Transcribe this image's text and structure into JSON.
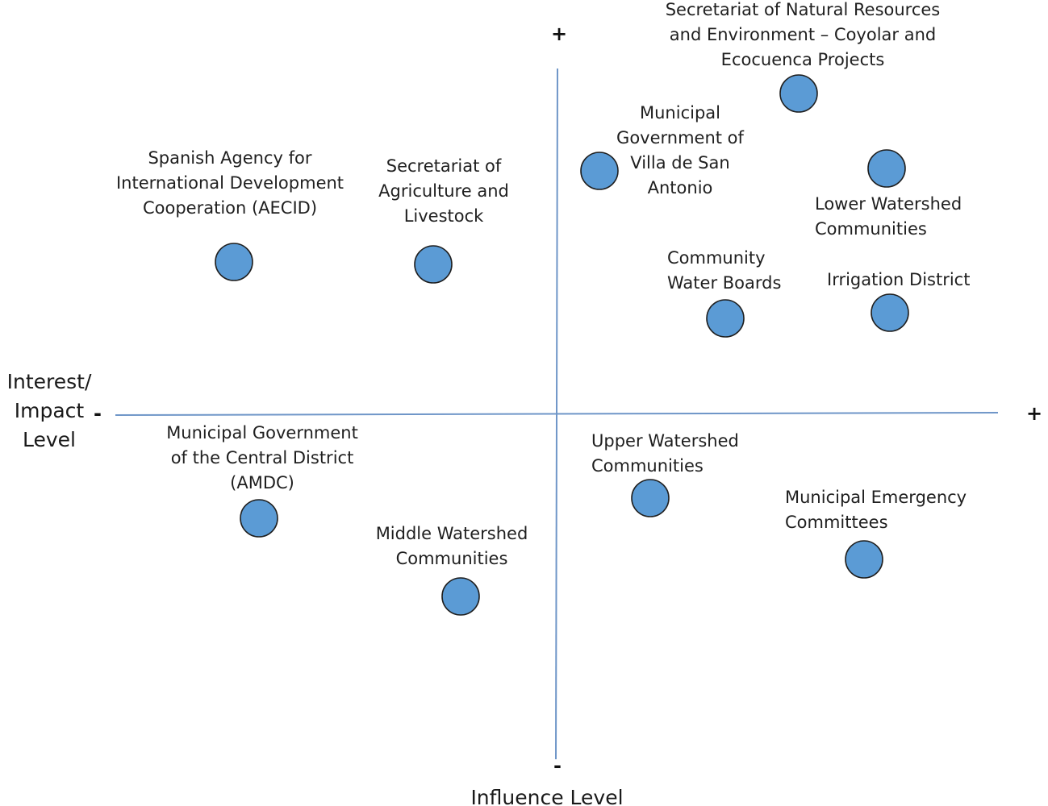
{
  "axes": {
    "vertical_label": [
      "Interest/",
      "Impact",
      "Level"
    ],
    "horizontal_label": "Influence Level",
    "plus_top": "+",
    "minus_bottom": "-",
    "minus_left": "-",
    "plus_right": "+",
    "line_color": "#6f96c8"
  },
  "node_style": {
    "fill": "#5b9bd5",
    "stroke": "#1f1f1f"
  },
  "stakeholders": [
    {
      "id": "aecid",
      "lines": [
        "Spanish Agency for",
        "International Development",
        "Cooperation (AECID)"
      ],
      "quadrant": "low influence, high interest"
    },
    {
      "id": "sag",
      "lines": [
        "Secretariat of",
        "Agriculture and",
        "Livestock"
      ],
      "quadrant": "low influence, high interest"
    },
    {
      "id": "serna",
      "lines": [
        "Secretariat of Natural Resources",
        "and Environment – Coyolar and",
        "Ecocuenca Projects"
      ],
      "quadrant": "high influence, high interest"
    },
    {
      "id": "villa",
      "lines": [
        "Municipal",
        "Government of",
        "Villa de San",
        "Antonio"
      ],
      "quadrant": "high influence, high interest"
    },
    {
      "id": "lower",
      "lines": [
        "Lower Watershed",
        "Communities"
      ],
      "quadrant": "high influence, high interest"
    },
    {
      "id": "water",
      "lines": [
        "Community",
        "Water Boards"
      ],
      "quadrant": "high influence, high interest"
    },
    {
      "id": "irrig",
      "lines": [
        "Irrigation District"
      ],
      "quadrant": "high influence, high interest"
    },
    {
      "id": "amdc",
      "lines": [
        "Municipal Government",
        "of the Central District",
        "(AMDC)"
      ],
      "quadrant": "low influence, low interest"
    },
    {
      "id": "middle",
      "lines": [
        "Middle Watershed",
        "Communities"
      ],
      "quadrant": "low influence, low interest"
    },
    {
      "id": "upper",
      "lines": [
        "Upper Watershed",
        "Communities"
      ],
      "quadrant": "high influence, low interest"
    },
    {
      "id": "emerg",
      "lines": [
        "Municipal Emergency",
        "Committees"
      ],
      "quadrant": "high influence, low interest"
    }
  ]
}
